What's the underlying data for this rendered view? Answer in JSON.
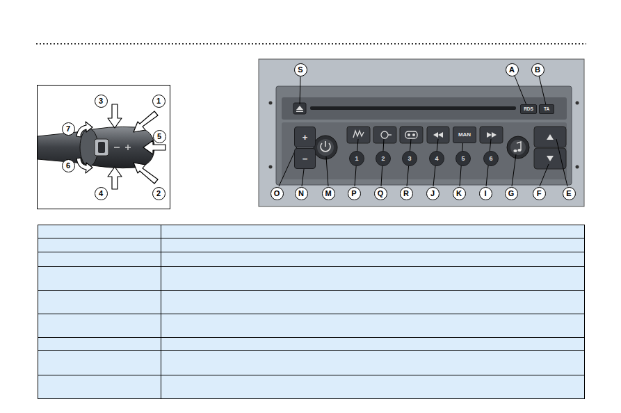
{
  "diagram": {
    "nodes": [
      {
        "text": [
          "RDS"
        ]
      },
      {
        "text": [
          "TA"
        ]
      },
      {
        "text": [
          "+"
        ]
      },
      {
        "text": [
          "−"
        ]
      },
      {
        "text": [
          "MAN"
        ]
      },
      {
        "text": [
          "1"
        ]
      },
      {
        "text": [
          "2"
        ]
      },
      {
        "text": [
          "3"
        ]
      },
      {
        "text": [
          "4"
        ]
      },
      {
        "text": [
          "5"
        ]
      },
      {
        "text": [
          "6"
        ]
      }
    ],
    "labels": [
      "3",
      "1",
      "7",
      "5",
      "6",
      "4",
      "2",
      "S",
      "A",
      "B",
      "O",
      "N",
      "M",
      "P",
      "Q",
      "R",
      "J",
      "K",
      "I",
      "G",
      "F",
      "E"
    ]
  }
}
